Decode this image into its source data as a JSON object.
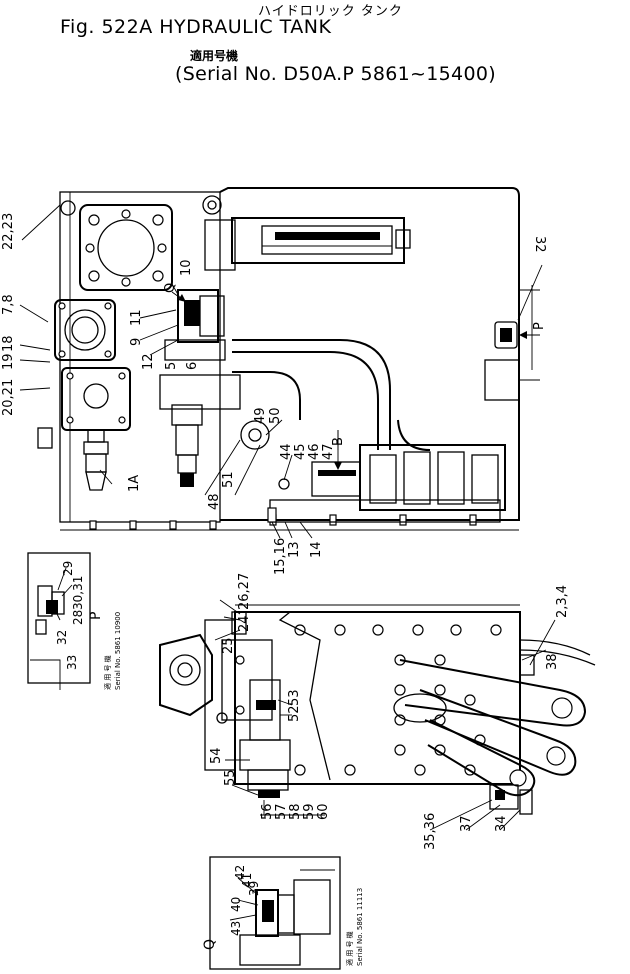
{
  "header": {
    "japanese_title": "ハイドロリック タンク",
    "figure_title": "Fig. 522A  HYDRAULIC TANK",
    "japanese_serial_label": "適用号機",
    "serial_range": "(Serial No. D50A.P 5861~15400)"
  },
  "views": {
    "upper": {
      "callouts": [
        "22,23",
        "7,8",
        "18",
        "19",
        "20,21",
        "10",
        "Q",
        "11",
        "9",
        "12",
        "5",
        "6",
        "1A",
        "49",
        "50",
        "B",
        "44",
        "45",
        "46",
        "47",
        "48",
        "51",
        "15,16",
        "13",
        "14",
        "32",
        "P"
      ]
    },
    "lower": {
      "callouts": [
        "26,27",
        "24",
        "25",
        "2,3,4",
        "38",
        "53",
        "52",
        "54",
        "55",
        "56",
        "57",
        "58",
        "59",
        "60",
        "35,36",
        "37",
        "34"
      ]
    },
    "detail_p": {
      "label": "P",
      "callouts": [
        "29",
        "30,31",
        "28",
        "32",
        "33"
      ],
      "note_jp": "適 用 号 機",
      "note_serial": "Serial No. 5861 10900"
    },
    "detail_q": {
      "label": "Q",
      "callouts": [
        "42",
        "41",
        "39",
        "43",
        "40"
      ],
      "note_jp": "適 用 号 機",
      "note_serial": "Serial No. 5861 11113"
    }
  }
}
